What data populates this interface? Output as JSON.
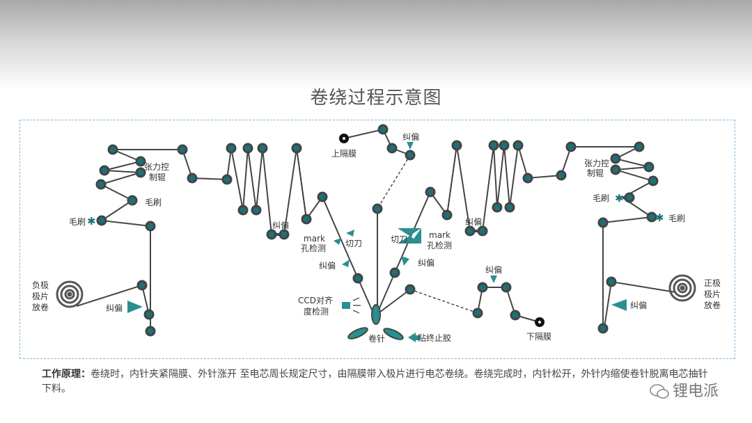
{
  "title": "卷绕过程示意图",
  "labels": {
    "upper_separator": "上隔膜",
    "lower_separator": "下隔膜",
    "deviation_correction": "纠偏",
    "tension_roller_line1": "张力控",
    "tension_roller_line2": "制辊",
    "brush": "毛刷",
    "cutter": "切刀",
    "mark_line1": "mark",
    "mark_line2": "孔检测",
    "anode_line1": "负极",
    "anode_line2": "极片",
    "anode_line3": "放卷",
    "cathode_line1": "正极",
    "cathode_line2": "极片",
    "cathode_line3": "放卷",
    "ccd_line1": "CCD对齐",
    "ccd_line2": "度检测",
    "winding_needle": "卷针",
    "tape": "贴终止胶"
  },
  "footer": {
    "heading": "工作原理：",
    "text": "卷绕时，内针夹紧隔膜、外针涨开  至电芯周长规定尺寸，由隔膜带入极片进行电芯卷绕。卷绕完成时，内针松开，外针内缩使卷针脱离电芯抽针下料。"
  },
  "brand": "锂电派",
  "colors": {
    "teal": "#2a8f8f",
    "roller_fill": "#1f6f78",
    "roller_stroke": "#444444",
    "frame": "#7fb5d6"
  }
}
